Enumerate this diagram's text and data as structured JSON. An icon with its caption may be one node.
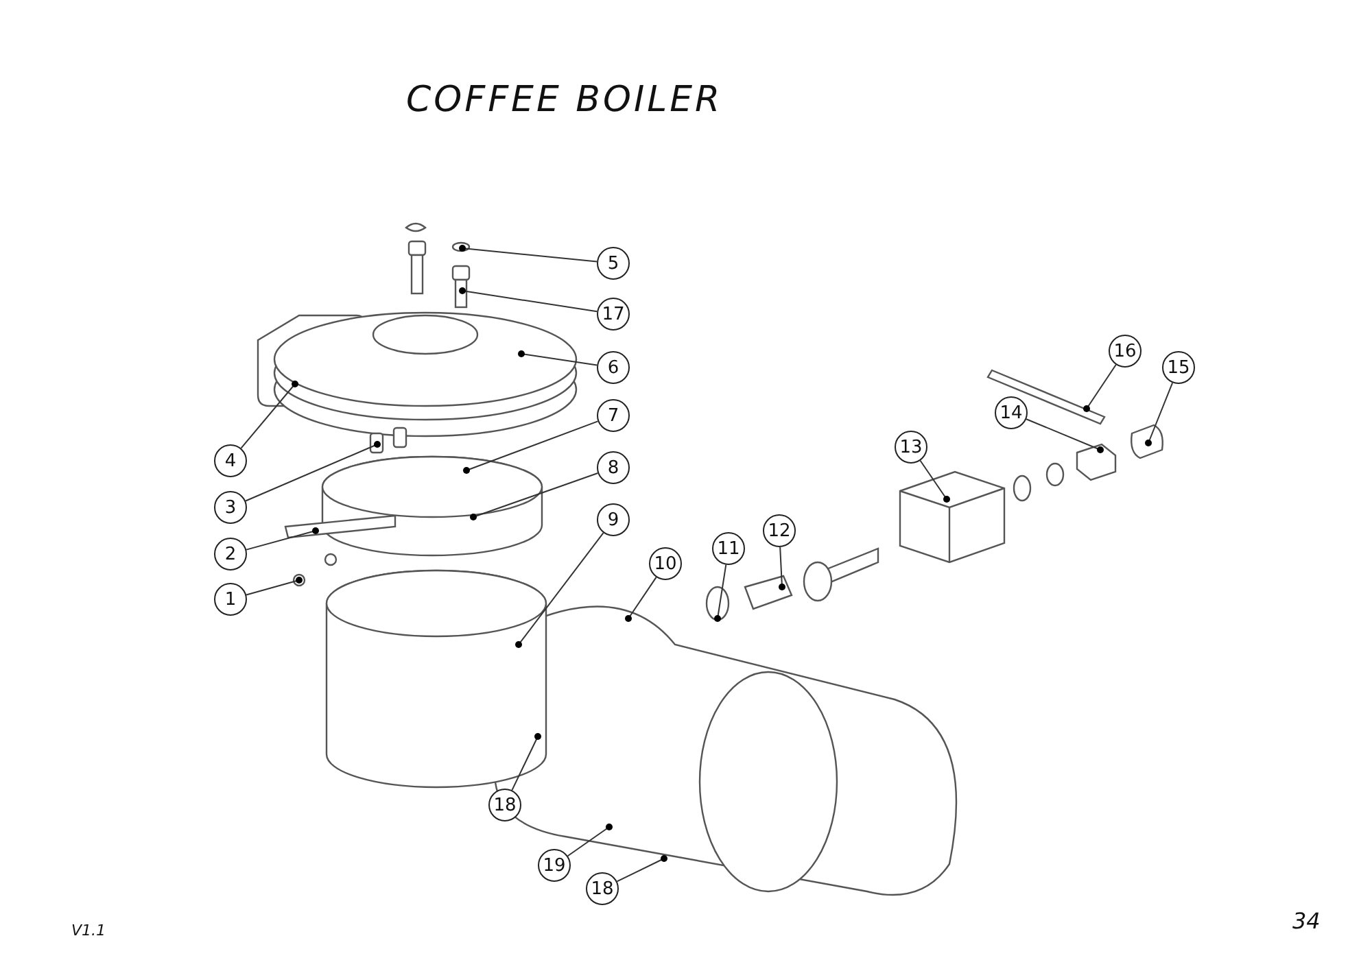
{
  "diagram": {
    "title": "COFFEE BOILER",
    "nodes": [
      {
        "text": [
          "5"
        ]
      },
      {
        "text": [
          "17"
        ]
      },
      {
        "text": [
          "16"
        ]
      },
      {
        "text": [
          "6"
        ]
      },
      {
        "text": [
          "15"
        ]
      },
      {
        "text": [
          "4"
        ]
      },
      {
        "text": [
          "14"
        ]
      },
      {
        "text": [
          "7"
        ]
      },
      {
        "text": [
          "13"
        ]
      },
      {
        "text": [
          "8"
        ]
      },
      {
        "text": [
          "3"
        ]
      },
      {
        "text": [
          "9"
        ]
      },
      {
        "text": [
          "12"
        ]
      },
      {
        "text": [
          "11"
        ]
      },
      {
        "text": [
          "2"
        ]
      },
      {
        "text": [
          "10"
        ]
      },
      {
        "text": [
          "1"
        ]
      },
      {
        "text": [
          "18"
        ]
      },
      {
        "text": [
          "19"
        ]
      },
      {
        "text": [
          "18"
        ]
      }
    ],
    "edges": [
      {
        "from": 0,
        "to": null,
        "arrow": "other"
      },
      {
        "from": 1,
        "to": null,
        "arrow": "other"
      },
      {
        "from": 2,
        "to": null,
        "arrow": "other"
      },
      {
        "from": 3,
        "to": null,
        "arrow": "other"
      },
      {
        "from": 4,
        "to": null,
        "arrow": "other"
      },
      {
        "from": 5,
        "to": null,
        "arrow": "other"
      },
      {
        "from": 6,
        "to": null,
        "arrow": "other"
      },
      {
        "from": 7,
        "to": null,
        "arrow": "other"
      },
      {
        "from": 8,
        "to": null,
        "arrow": "other"
      },
      {
        "from": 9,
        "to": null,
        "arrow": "other"
      },
      {
        "from": 10,
        "to": null,
        "arrow": "other"
      },
      {
        "from": 11,
        "to": null,
        "arrow": "other"
      },
      {
        "from": 12,
        "to": null,
        "arrow": "other"
      },
      {
        "from": 13,
        "to": null,
        "arrow": "other"
      },
      {
        "from": 14,
        "to": null,
        "arrow": "other"
      },
      {
        "from": 15,
        "to": null,
        "arrow": "other"
      },
      {
        "from": 16,
        "to": null,
        "arrow": "other"
      },
      {
        "from": 17,
        "to": null,
        "arrow": "other"
      },
      {
        "from": 18,
        "to": null,
        "arrow": "other"
      },
      {
        "from": 19,
        "to": null,
        "arrow": "other"
      }
    ],
    "labels": [
      "V1.1",
      "34"
    ]
  }
}
